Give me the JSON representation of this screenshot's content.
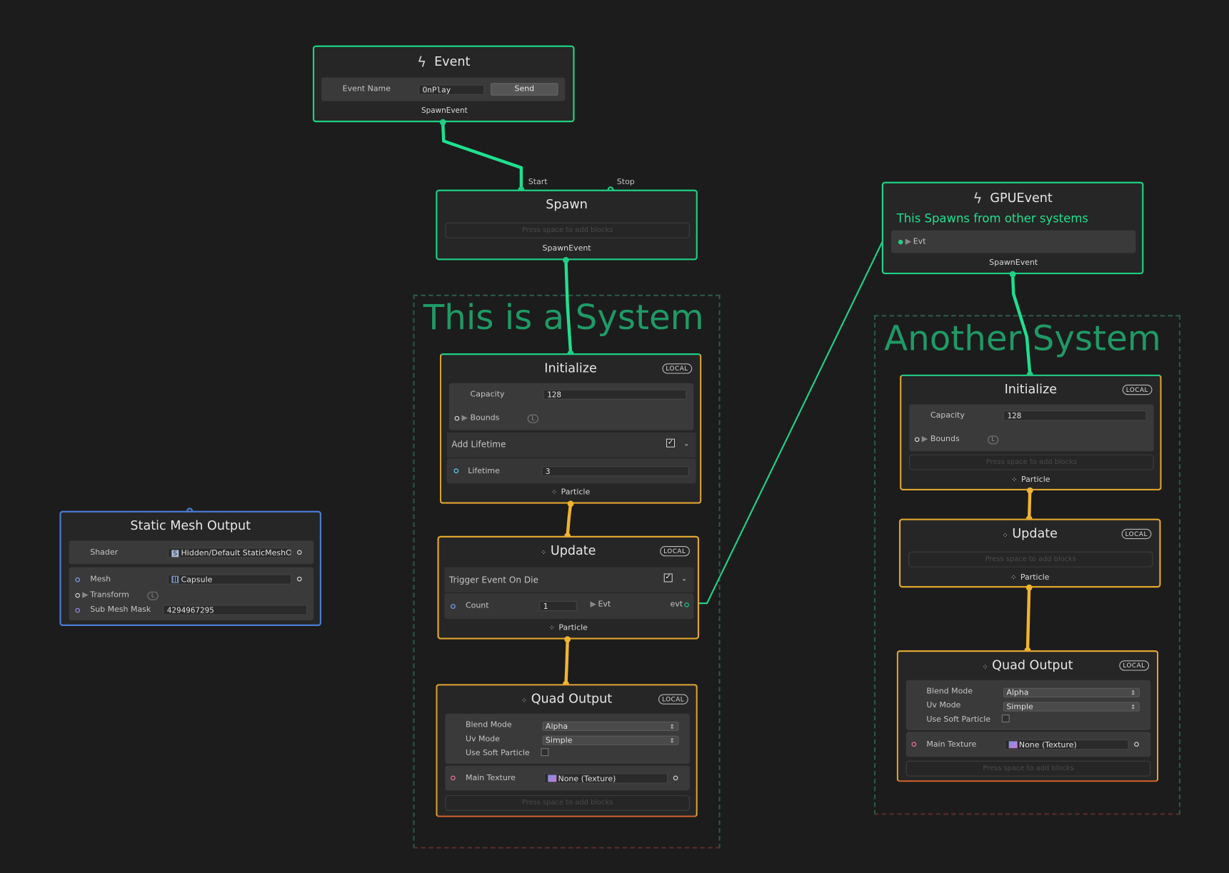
{
  "groups": {
    "system_a": {
      "title": "This is a System"
    },
    "system_b": {
      "title": "Another System"
    }
  },
  "event": {
    "title": "Event",
    "name_label": "Event Name",
    "name_value": "OnPlay",
    "send_label": "Send",
    "output_label": "SpawnEvent"
  },
  "spawn": {
    "start_label": "Start",
    "stop_label": "Stop",
    "title": "Spawn",
    "hint": "Press space to add blocks",
    "output_label": "SpawnEvent"
  },
  "gpu_event": {
    "title": "GPUEvent",
    "comment": "This Spawns from other systems",
    "evt_label": "Evt",
    "output_label": "SpawnEvent"
  },
  "init_a": {
    "title": "Initialize",
    "badge": "LOCAL",
    "capacity_label": "Capacity",
    "capacity_value": "128",
    "bounds_label": "Bounds",
    "lbadge": "L",
    "block_title": "Add Lifetime",
    "lifetime_label": "Lifetime",
    "lifetime_value": "3",
    "output_label": "Particle"
  },
  "update_a": {
    "title": "Update",
    "badge": "LOCAL",
    "block_title": "Trigger Event On Die",
    "count_label": "Count",
    "count_value": "1",
    "evt_label": "Evt",
    "evt_port": "evt",
    "output_label": "Particle"
  },
  "quad_a": {
    "title": "Quad Output",
    "badge": "LOCAL",
    "blend_label": "Blend Mode",
    "blend_value": "Alpha",
    "uv_label": "Uv Mode",
    "uv_value": "Simple",
    "soft_label": "Use Soft Particle",
    "texture_label": "Main Texture",
    "texture_value": "None (Texture)",
    "hint": "Press space to add blocks"
  },
  "static_mesh": {
    "title": "Static Mesh Output",
    "shader_label": "Shader",
    "shader_value": "Hidden/Default StaticMeshOutp",
    "mesh_label": "Mesh",
    "mesh_value": "Capsule",
    "transform_label": "Transform",
    "lbadge": "L",
    "submesh_label": "Sub Mesh Mask",
    "submesh_value": "4294967295"
  },
  "init_b": {
    "title": "Initialize",
    "badge": "LOCAL",
    "capacity_label": "Capacity",
    "capacity_value": "128",
    "bounds_label": "Bounds",
    "lbadge": "L",
    "hint": "Press space to add blocks",
    "output_label": "Particle"
  },
  "update_b": {
    "title": "Update",
    "badge": "LOCAL",
    "hint": "Press space to add blocks",
    "output_label": "Particle"
  },
  "quad_b": {
    "title": "Quad Output",
    "badge": "LOCAL",
    "blend_label": "Blend Mode",
    "blend_value": "Alpha",
    "uv_label": "Uv Mode",
    "uv_value": "Simple",
    "soft_label": "Use Soft Particle",
    "texture_label": "Main Texture",
    "texture_value": "None (Texture)",
    "hint": "Press space to add blocks"
  },
  "icons": {
    "event": "lightning-icon",
    "particle": "particle-dots-icon"
  },
  "colors": {
    "background": "#1c1c1c",
    "spawn_flow": "#1fcf85",
    "particle_flow": "#e0a530",
    "output_accent": "#d6642a",
    "mesh_output": "#4a7bd4",
    "group_title": "#1f9a66"
  }
}
